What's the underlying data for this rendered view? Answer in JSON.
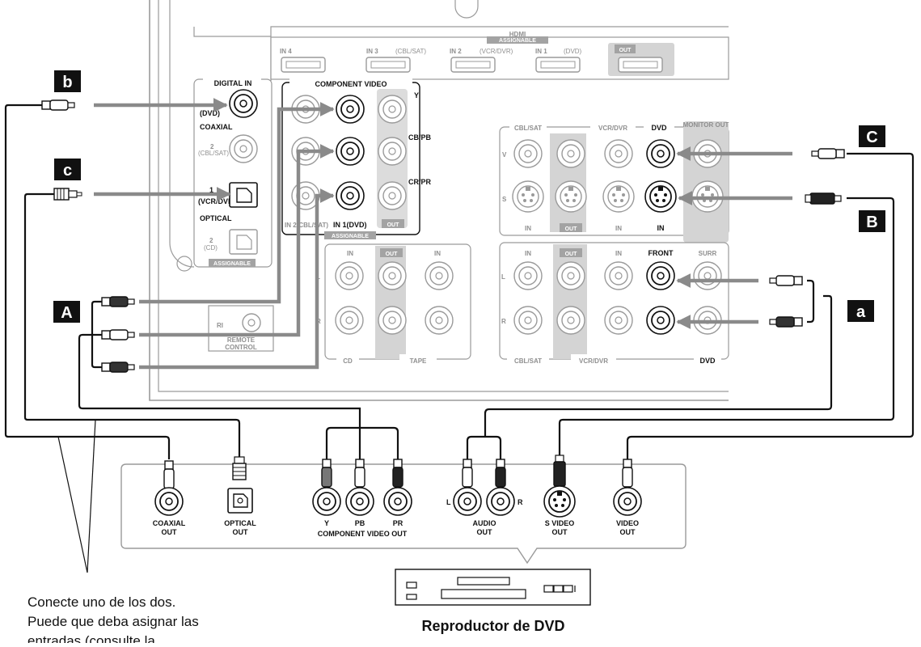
{
  "hdmi": {
    "title": "HDMI",
    "assignable": "ASSIGNABLE",
    "inputs": [
      "IN 4",
      "IN 3",
      "(CBL/SAT)",
      "IN 2",
      "(VCR/DVR)",
      "IN 1",
      "(DVD)"
    ],
    "out": "OUT"
  },
  "digital_in": {
    "title": "DIGITAL IN",
    "dvd_tag": "(DVD)",
    "coaxial": "COAXIAL",
    "coax2_num": "2",
    "coax2_tag": "(CBL/SAT)",
    "opt1_num": "1",
    "opt1_tag": "(VCR/DVR)",
    "optical": "OPTICAL",
    "opt2_num": "2",
    "opt2_tag": "(CD)",
    "assignable": "ASSIGNABLE"
  },
  "component_video": {
    "title": "COMPONENT VIDEO",
    "y": "Y",
    "cb": "CB/PB",
    "cr": "CR/PR",
    "out": "OUT",
    "in_cbl": "IN 2(CBL/SAT)",
    "in1": "IN 1(DVD)",
    "assignable": "ASSIGNABLE"
  },
  "video_section": {
    "cbl_sat": "CBL/SAT",
    "vcr_dvr": "VCR/DVR",
    "dvd": "DVD",
    "monitor_out": "MONITOR OUT",
    "v": "V",
    "s": "S",
    "in": "IN",
    "out": "OUT"
  },
  "audio_section": {
    "in": "IN",
    "out": "OUT",
    "front": "FRONT",
    "surr": "SURR",
    "l": "L",
    "r": "R",
    "cbl_sat": "CBL/SAT",
    "vcr_dvr": "VCR/DVR",
    "dvd": "DVD"
  },
  "cd_tape": {
    "cd": "CD",
    "tape": "TAPE"
  },
  "remote": {
    "ri": "RI",
    "line1": "REMOTE",
    "line2": "CONTROL"
  },
  "badges": {
    "b": "b",
    "c": "c",
    "A": "A",
    "C": "C",
    "B": "B",
    "a": "a"
  },
  "player": {
    "coaxial_out_1": "COAXIAL",
    "coaxial_out_2": "OUT",
    "optical_out_1": "OPTICAL",
    "optical_out_2": "OUT",
    "y": "Y",
    "pb": "PB",
    "pr": "PR",
    "component_out": "COMPONENT VIDEO OUT",
    "audio_l": "L",
    "audio_r": "R",
    "audio_out_1": "AUDIO",
    "audio_out_2": "OUT",
    "svideo_out_1": "S VIDEO",
    "svideo_out_2": "OUT",
    "video_out_1": "VIDEO",
    "video_out_2": "OUT",
    "name": "Reproductor de DVD"
  },
  "note": {
    "line1": "Conecte uno de los dos.",
    "line2": "Puede que deba asignar las",
    "line3": "entradas (consulte la"
  }
}
